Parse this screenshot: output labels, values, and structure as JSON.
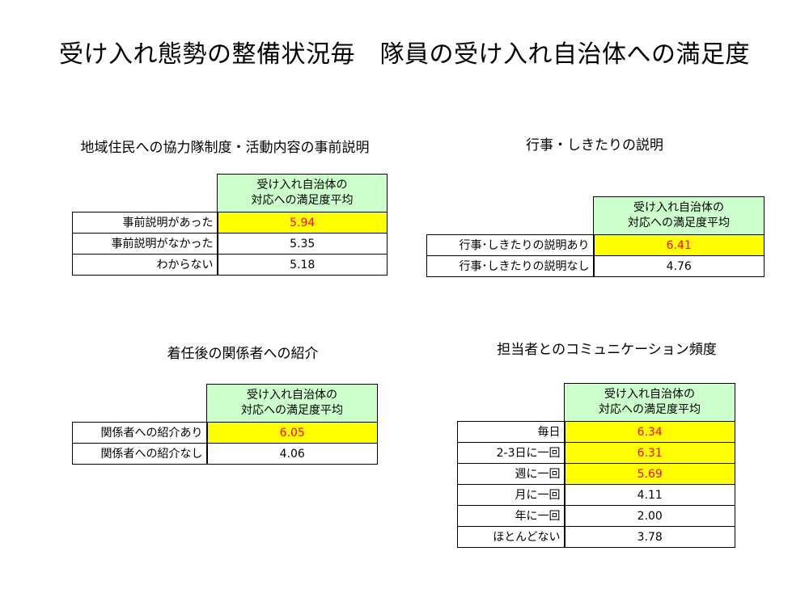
{
  "title": "受け入れ態勢の整備状況毎　隊員の受け入れ自治体への満足度",
  "column_header": {
    "line1": "受け入れ自治体の",
    "line2": "対応への満足度平均"
  },
  "highlight": {
    "fill": "#ffff00",
    "text": "#ff0000"
  },
  "header_fill": "#ccffcc",
  "sections": {
    "prior_explanation": {
      "title": "地域住民への協力隊制度・活動内容の事前説明",
      "rows": [
        {
          "label": "事前説明があった",
          "value": "5.94"
        },
        {
          "label": "事前説明がなかった",
          "value": "5.35"
        },
        {
          "label": "わからない",
          "value": "5.18"
        }
      ]
    },
    "events_customs": {
      "title": "行事・しきたりの説明",
      "rows": [
        {
          "label": "行事･しきたりの説明あり",
          "value": "6.41"
        },
        {
          "label": "行事･しきたりの説明なし",
          "value": "4.76"
        }
      ]
    },
    "introductions": {
      "title": "着任後の関係者への紹介",
      "rows": [
        {
          "label": "関係者への紹介あり",
          "value": "6.05"
        },
        {
          "label": "関係者への紹介なし",
          "value": "4.06"
        }
      ]
    },
    "communication": {
      "title": "担当者とのコミュニケーション頻度",
      "rows": [
        {
          "label": "毎日",
          "value": "6.34"
        },
        {
          "label": "2-3日に一回",
          "value": "6.31"
        },
        {
          "label": "週に一回",
          "value": "5.69"
        },
        {
          "label": "月に一回",
          "value": "4.11"
        },
        {
          "label": "年に一回",
          "value": "2.00"
        },
        {
          "label": "ほとんどない",
          "value": "3.78"
        }
      ]
    }
  }
}
